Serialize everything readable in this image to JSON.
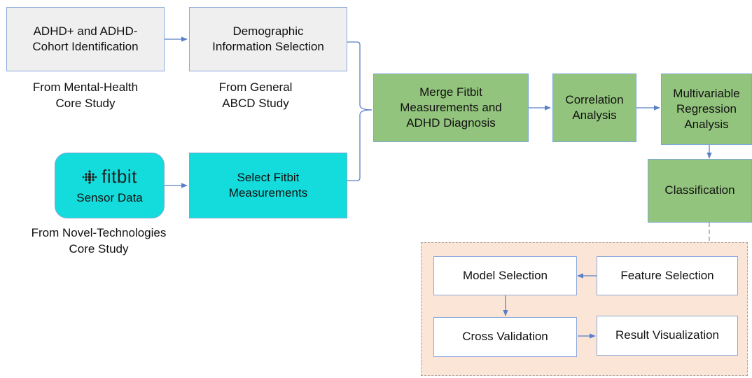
{
  "boxes": {
    "cohort": "ADHD+ and ADHD-\nCohort Identification",
    "demographic": "Demographic\nInformation Selection",
    "sensor": "Sensor Data",
    "select_fitbit": "Select Fitbit\nMeasurements",
    "merge": "Merge Fitbit\nMeasurements and\nADHD Diagnosis",
    "correlation": "Correlation\nAnalysis",
    "regression": "Multivariable\nRegression\nAnalysis",
    "classification": "Classification",
    "model_selection": "Model Selection",
    "feature_selection": "Feature Selection",
    "cross_validation": "Cross Validation",
    "result_visualization": "Result Visualization"
  },
  "logo": {
    "text": "fitbit",
    "icon": "fitbit-dots-icon"
  },
  "captions": {
    "mental_health": "From Mental-Health\nCore Study",
    "general": "From General\nABCD Study",
    "novel_tech": "From Novel-Technologies\nCore Study"
  },
  "colors": {
    "green": "#93c47d",
    "cyan": "#14dcdc",
    "gray": "#efefef",
    "panel": "#fbe5d6",
    "arrow": "#5b7fc7"
  }
}
